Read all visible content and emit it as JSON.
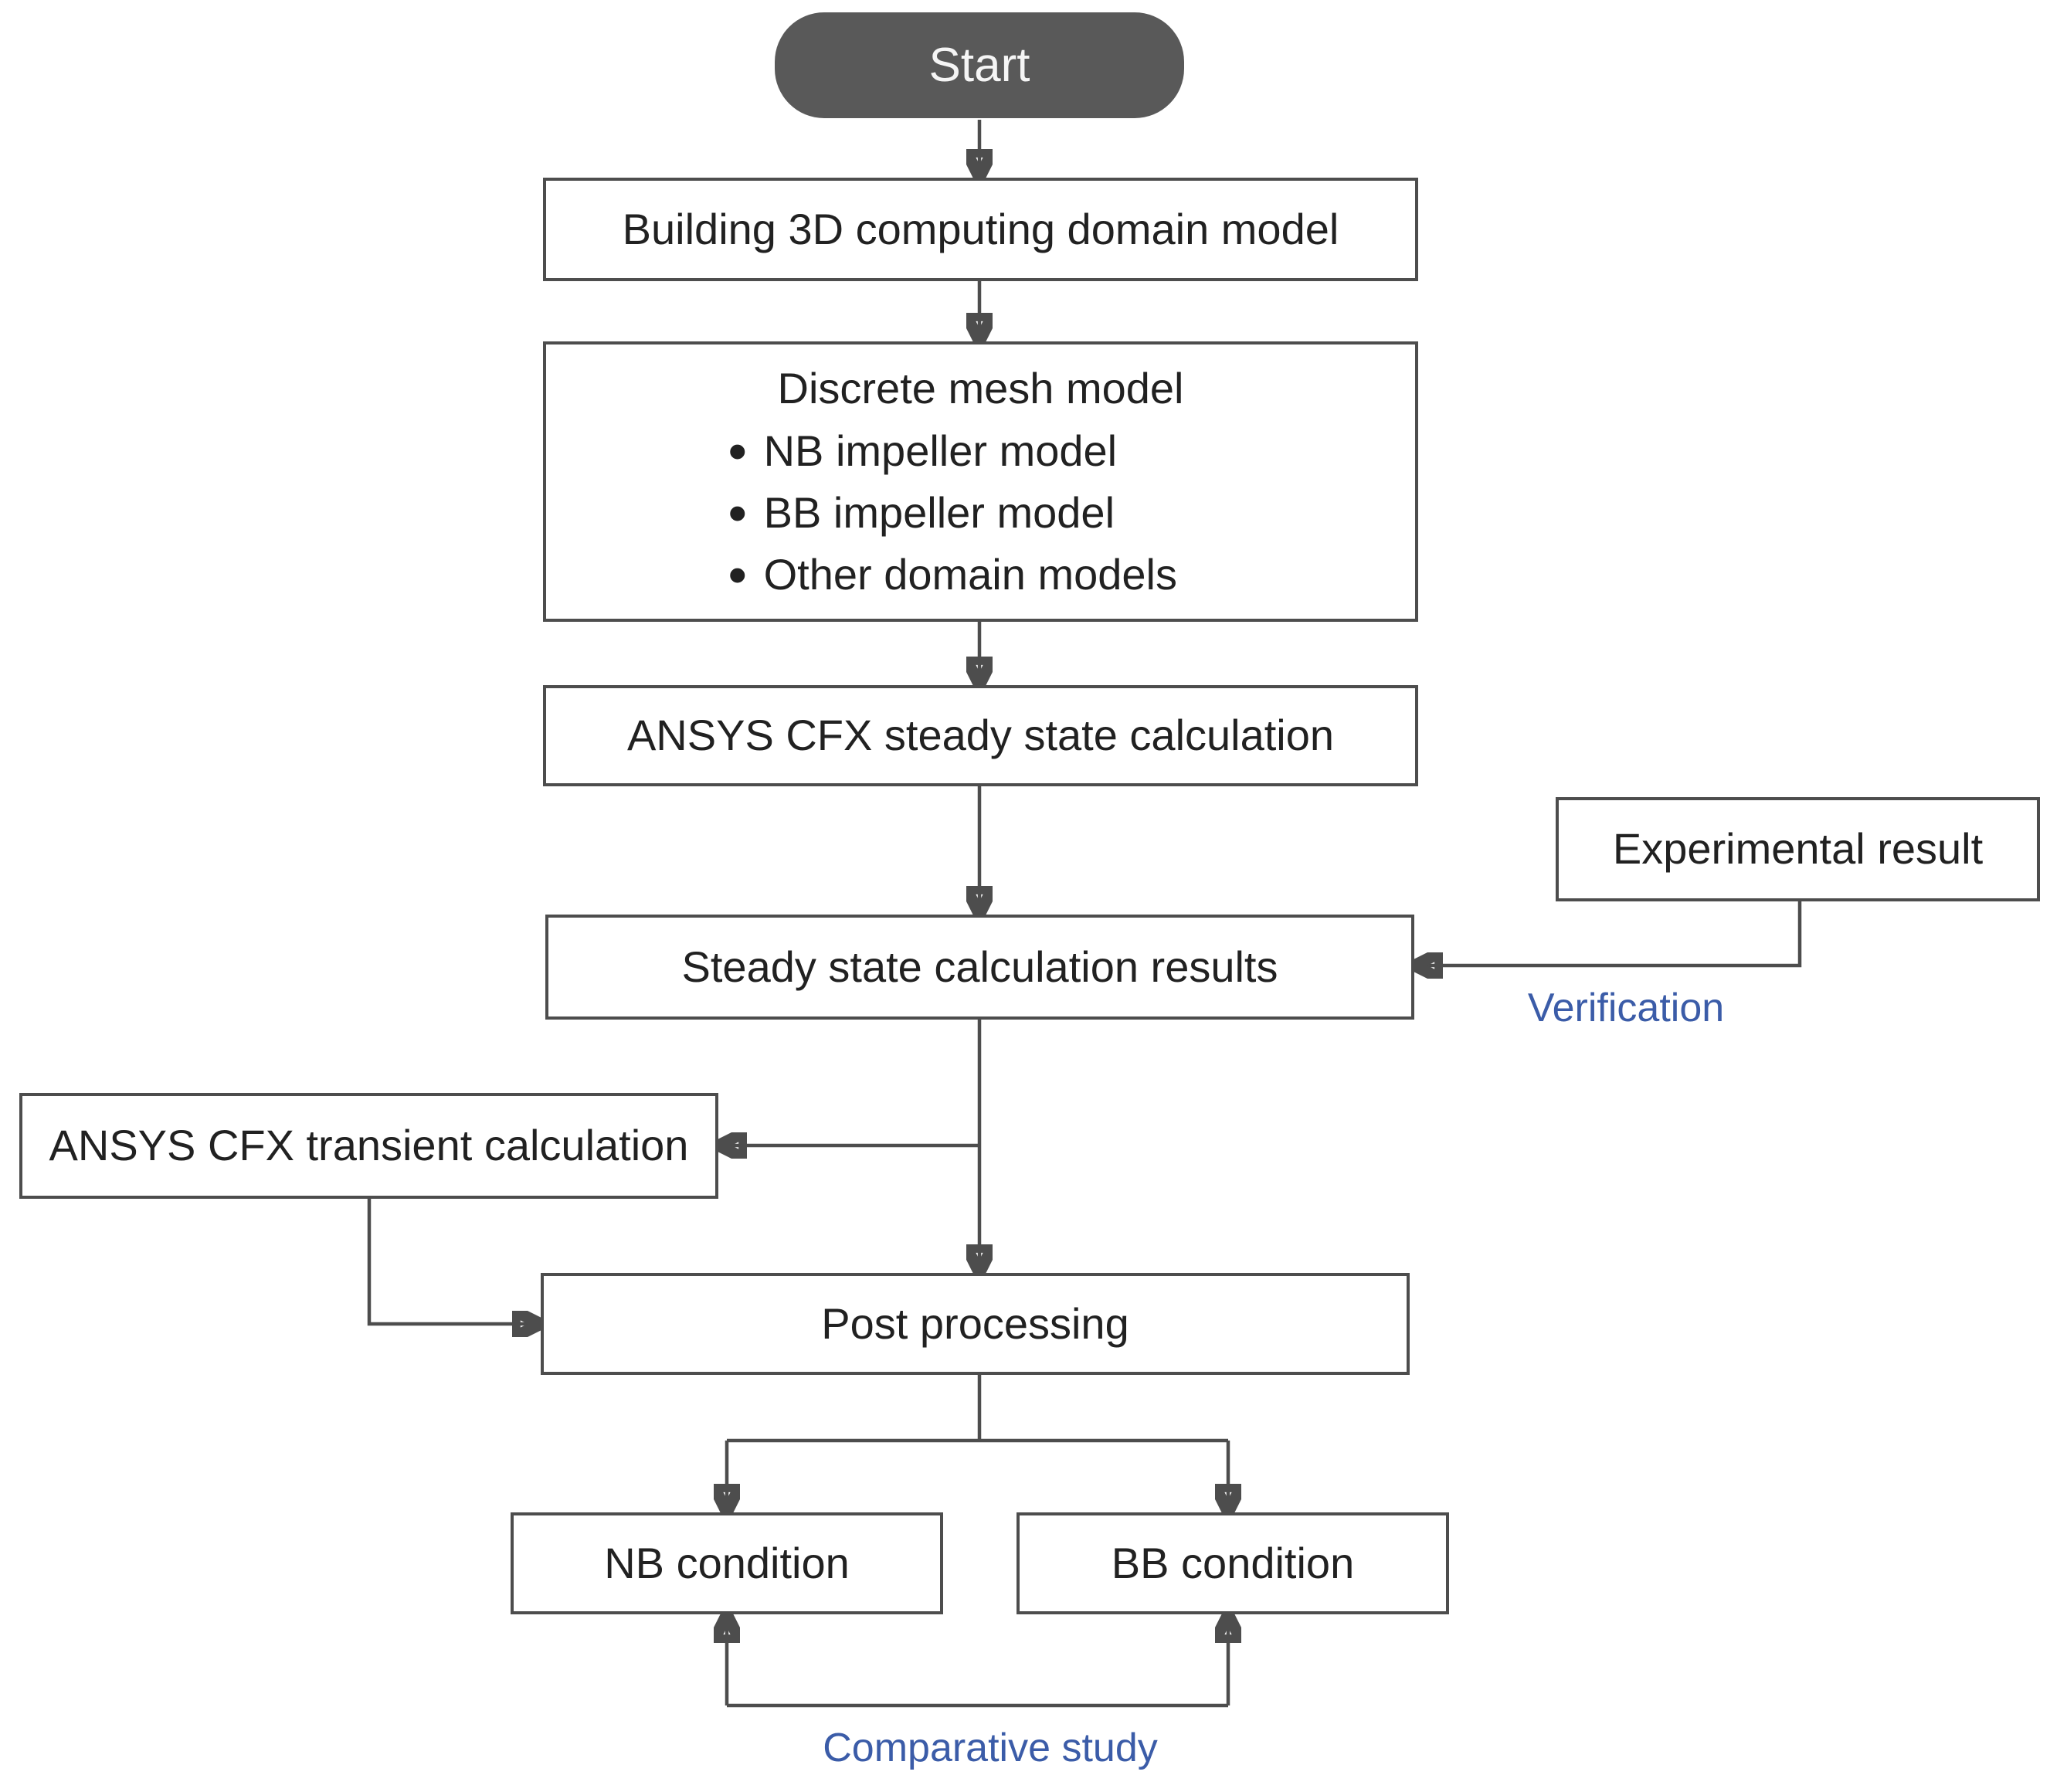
{
  "palette": {
    "line": "#4d4d4d",
    "start_fill": "#595959",
    "start_text": "#f5f5f5",
    "node_bg": "#ffffff",
    "node_text": "#212121",
    "accent_blue": "#3b5ca8"
  },
  "glyphs": {
    "bullet": "•"
  },
  "nodes": {
    "start": {
      "label": "Start"
    },
    "building": {
      "label": "Building 3D computing domain model"
    },
    "discrete": {
      "title": "Discrete mesh model",
      "bullets": [
        "NB impeller model",
        "BB impeller model",
        "Other domain models"
      ]
    },
    "steady_calc": {
      "label": "ANSYS CFX steady state calculation"
    },
    "experimental": {
      "label": "Experimental result"
    },
    "steady_results": {
      "label": "Steady state calculation results"
    },
    "transient": {
      "label": "ANSYS CFX transient calculation"
    },
    "post": {
      "label": "Post processing"
    },
    "nb": {
      "label": "NB condition"
    },
    "bb": {
      "label": "BB condition"
    }
  },
  "annotations": {
    "verification": "Verification",
    "comparative": "Comparative study"
  }
}
